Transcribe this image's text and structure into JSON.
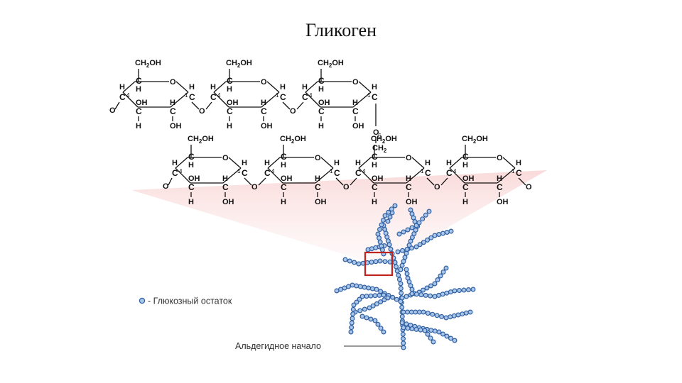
{
  "title": "Гликоген",
  "atoms": {
    "ch2oh_prefix": "CH",
    "ch2oh_sub": "2",
    "ch2oh_suffix": "OH",
    "c": "C",
    "h": "H",
    "o": "O",
    "oh": "OH",
    "ch2_prefix": "CH",
    "ch2_sub": "2",
    "num1": "1",
    "num4": "4",
    "num6": "6"
  },
  "legend": {
    "bead_label": "- Глюкозный остаток"
  },
  "annotation": {
    "aldehyde_label": "Альдегидное начало"
  },
  "colors": {
    "bead_fill": "#a9c6ea",
    "bead_stroke": "#2f5fa0",
    "highlight_box": "#c0221e",
    "projection": "#f7c8c8"
  }
}
